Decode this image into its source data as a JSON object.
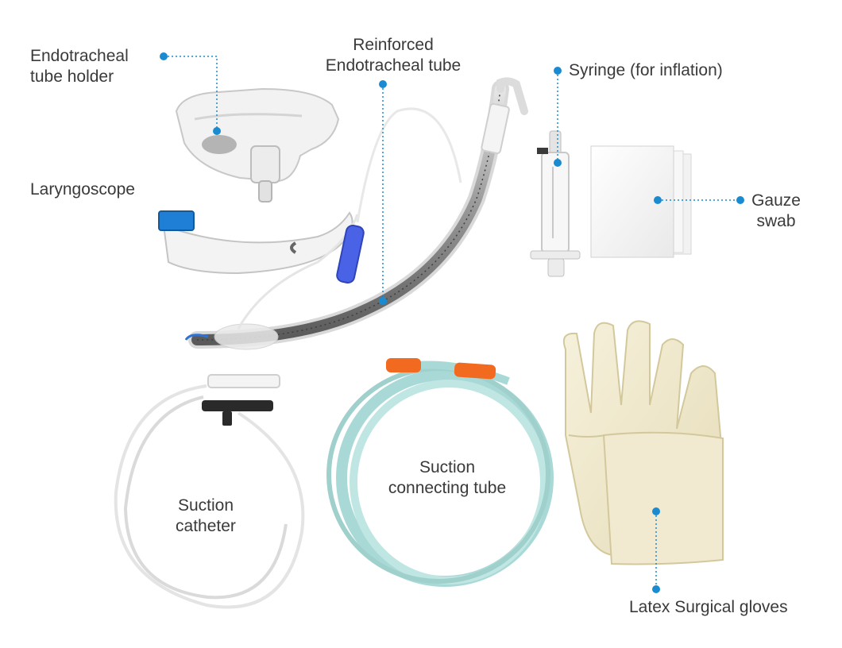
{
  "colors": {
    "accent": "#1a8bd0",
    "label_text": "#3a3a3a",
    "background": "#ffffff",
    "tube_teal": "#a9d9d6",
    "connector_orange": "#f26a1f",
    "glove_cream": "#f1ead0",
    "pilot_blue": "#4a63e6"
  },
  "labels": {
    "holder": "Endotracheal\ntube holder",
    "reinforced": "Reinforced\nEndotracheal tube",
    "syringe": "Syringe (for inflation)",
    "laryngoscope": "Laryngoscope",
    "gauze": "Gauze\nswab",
    "suction_catheter": "Suction\ncatheter",
    "suction_tube": "Suction\nconnecting tube",
    "gloves": "Latex Surgical gloves"
  },
  "icons": [
    "callout-dot-icon"
  ]
}
